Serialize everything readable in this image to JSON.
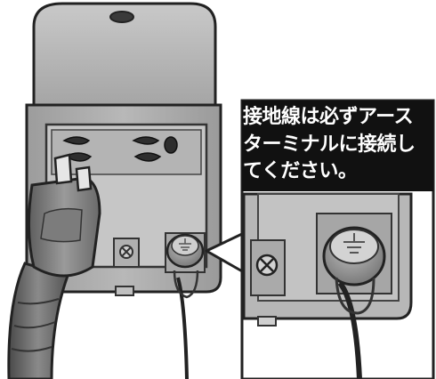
{
  "callout": {
    "lines": [
      "接地線は必ずアース",
      "ターミナルに接続し",
      "てください。"
    ]
  },
  "colors": {
    "device_body": "#a9a9a9",
    "device_top": "#bdbdbd",
    "callout_bg": "#111111",
    "callout_text": "#ffffff",
    "cable": "#6e6e6e"
  }
}
